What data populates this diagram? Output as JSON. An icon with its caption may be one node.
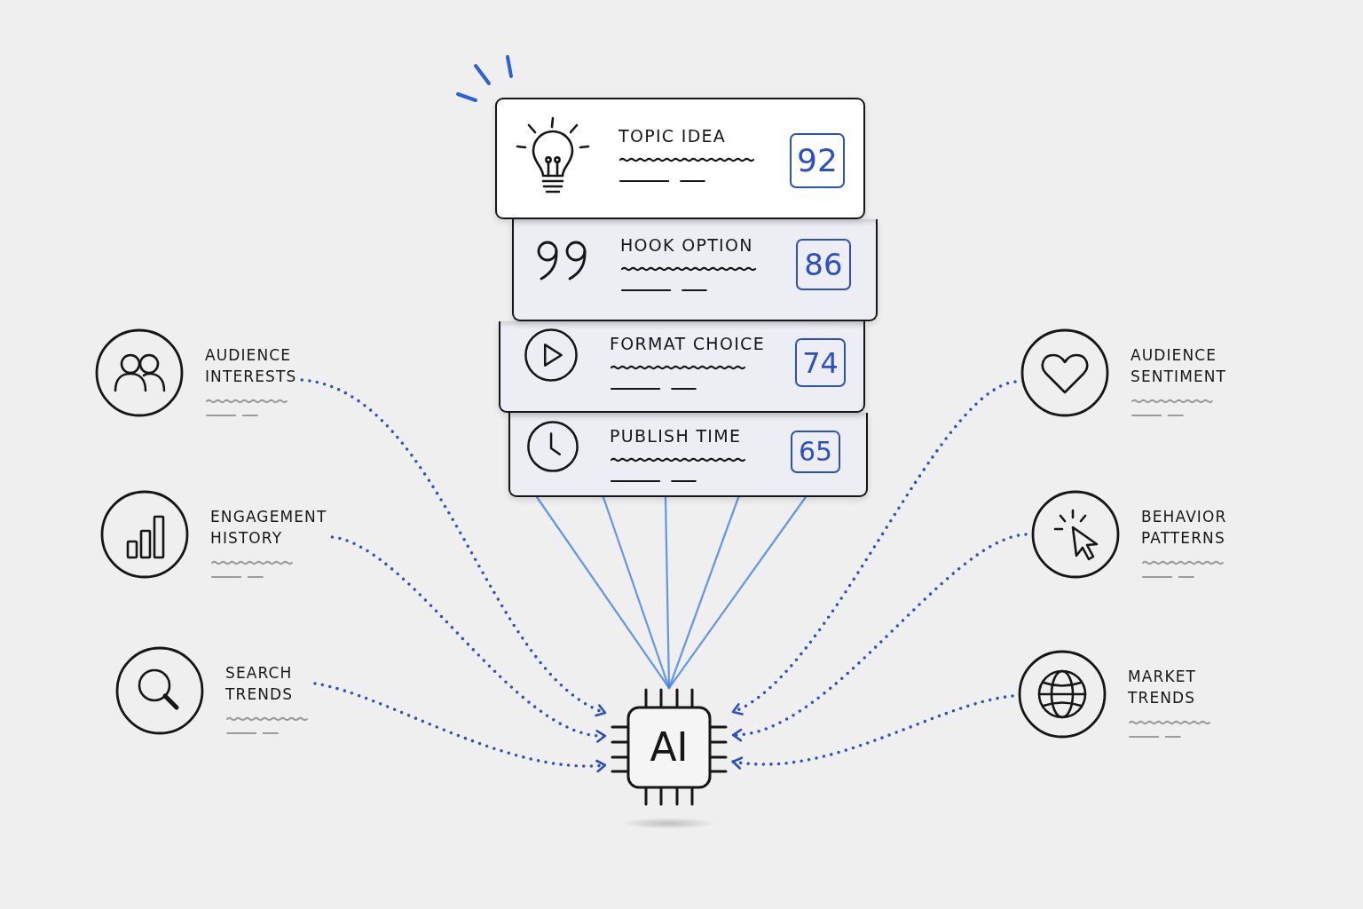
{
  "diagram": {
    "nodes": [
      {
        "text": [
          "TOPIC IDEA"
        ]
      },
      {
        "text": [
          "92"
        ],
        "in": 0
      },
      {
        "text": [
          "HOOK OPTION"
        ]
      },
      {
        "text": [
          "86"
        ],
        "in": 2
      },
      {
        "text": [
          "FORMAT CHOICE"
        ]
      },
      {
        "text": [
          "74"
        ],
        "in": 4
      },
      {
        "text": [
          "PUBLISH TIME"
        ]
      },
      {
        "text": [
          "65"
        ],
        "in": 6
      },
      {
        "text": [
          "AUDIENCE INTERESTS"
        ]
      },
      {
        "text": [
          "AUDIENCE SENTIMENT"
        ]
      },
      {
        "text": [
          "ENGAGEMENT HISTORY"
        ]
      },
      {
        "text": [
          "BEHAVIOR PATTERNS"
        ]
      },
      {
        "text": [
          "SEARCH TRENDS"
        ]
      },
      {
        "text": [
          "MARKET TRENDS"
        ]
      },
      {
        "text": [
          "AI"
        ]
      }
    ],
    "edges": [
      {
        "from": 8,
        "to": 14,
        "arrow": "to",
        "style": "dashed"
      },
      {
        "from": 10,
        "to": 14,
        "arrow": "to",
        "style": "dashed"
      },
      {
        "from": 12,
        "to": 14,
        "arrow": "to",
        "style": "dashed"
      },
      {
        "from": 9,
        "to": 14,
        "arrow": "to",
        "style": "dashed"
      },
      {
        "from": 11,
        "to": 14,
        "arrow": "to",
        "style": "dashed"
      },
      {
        "from": 13,
        "to": 14,
        "arrow": "to",
        "style": "dashed"
      },
      {
        "from": 14,
        "to": 6,
        "arrow": "none",
        "color": "#3f80e4"
      },
      {
        "from": 14,
        "to": 6,
        "arrow": "none",
        "color": "#3f80e4"
      },
      {
        "from": 14,
        "to": 6,
        "arrow": "none",
        "color": "#3f80e4"
      },
      {
        "from": 14,
        "to": 6,
        "arrow": "none",
        "color": "#3f80e4"
      },
      {
        "from": 14,
        "to": 6,
        "arrow": "none",
        "color": "#3f80e4"
      }
    ]
  }
}
